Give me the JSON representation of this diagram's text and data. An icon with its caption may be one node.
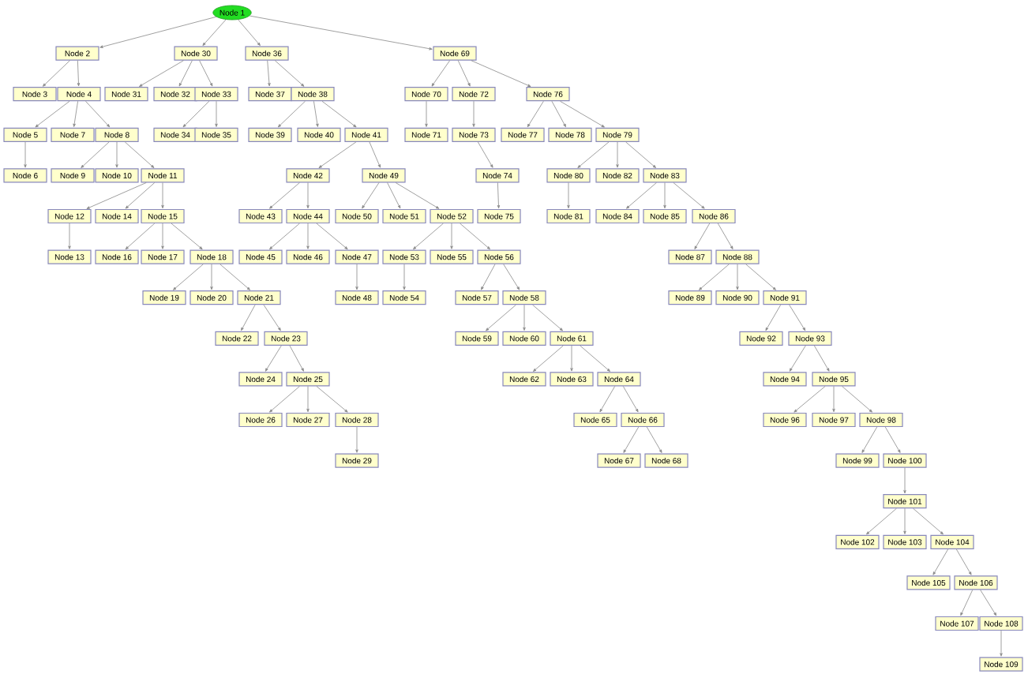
{
  "diagram": {
    "nodes": [
      {
        "text": [
          "Node 1"
        ]
      },
      {
        "text": [
          "Node 2"
        ]
      },
      {
        "text": [
          "Node 3"
        ]
      },
      {
        "text": [
          "Node 4"
        ]
      },
      {
        "text": [
          "Node 5"
        ]
      },
      {
        "text": [
          "Node 6"
        ]
      },
      {
        "text": [
          "Node 7"
        ]
      },
      {
        "text": [
          "Node 8"
        ]
      },
      {
        "text": [
          "Node 9"
        ]
      },
      {
        "text": [
          "Node 10"
        ]
      },
      {
        "text": [
          "Node 11"
        ]
      },
      {
        "text": [
          "Node 12"
        ]
      },
      {
        "text": [
          "Node 13"
        ]
      },
      {
        "text": [
          "Node 14"
        ]
      },
      {
        "text": [
          "Node 15"
        ]
      },
      {
        "text": [
          "Node 16"
        ]
      },
      {
        "text": [
          "Node 17"
        ]
      },
      {
        "text": [
          "Node 18"
        ]
      },
      {
        "text": [
          "Node 19"
        ]
      },
      {
        "text": [
          "Node 20"
        ]
      },
      {
        "text": [
          "Node 21"
        ]
      },
      {
        "text": [
          "Node 22"
        ]
      },
      {
        "text": [
          "Node 23"
        ]
      },
      {
        "text": [
          "Node 24"
        ]
      },
      {
        "text": [
          "Node 25"
        ]
      },
      {
        "text": [
          "Node 26"
        ]
      },
      {
        "text": [
          "Node 27"
        ]
      },
      {
        "text": [
          "Node 28"
        ]
      },
      {
        "text": [
          "Node 29"
        ]
      },
      {
        "text": [
          "Node 30"
        ]
      },
      {
        "text": [
          "Node 31"
        ]
      },
      {
        "text": [
          "Node 32"
        ]
      },
      {
        "text": [
          "Node 33"
        ]
      },
      {
        "text": [
          "Node 34"
        ]
      },
      {
        "text": [
          "Node 35"
        ]
      },
      {
        "text": [
          "Node 36"
        ]
      },
      {
        "text": [
          "Node 37"
        ]
      },
      {
        "text": [
          "Node 38"
        ]
      },
      {
        "text": [
          "Node 39"
        ]
      },
      {
        "text": [
          "Node 40"
        ]
      },
      {
        "text": [
          "Node 41"
        ]
      },
      {
        "text": [
          "Node 42"
        ]
      },
      {
        "text": [
          "Node 43"
        ]
      },
      {
        "text": [
          "Node 44"
        ]
      },
      {
        "text": [
          "Node 45"
        ]
      },
      {
        "text": [
          "Node 46"
        ]
      },
      {
        "text": [
          "Node 47"
        ]
      },
      {
        "text": [
          "Node 48"
        ]
      },
      {
        "text": [
          "Node 49"
        ]
      },
      {
        "text": [
          "Node 50"
        ]
      },
      {
        "text": [
          "Node 51"
        ]
      },
      {
        "text": [
          "Node 52"
        ]
      },
      {
        "text": [
          "Node 53"
        ]
      },
      {
        "text": [
          "Node 54"
        ]
      },
      {
        "text": [
          "Node 55"
        ]
      },
      {
        "text": [
          "Node 56"
        ]
      },
      {
        "text": [
          "Node 57"
        ]
      },
      {
        "text": [
          "Node 58"
        ]
      },
      {
        "text": [
          "Node 59"
        ]
      },
      {
        "text": [
          "Node 60"
        ]
      },
      {
        "text": [
          "Node 61"
        ]
      },
      {
        "text": [
          "Node 62"
        ]
      },
      {
        "text": [
          "Node 63"
        ]
      },
      {
        "text": [
          "Node 64"
        ]
      },
      {
        "text": [
          "Node 65"
        ]
      },
      {
        "text": [
          "Node 66"
        ]
      },
      {
        "text": [
          "Node 67"
        ]
      },
      {
        "text": [
          "Node 68"
        ]
      },
      {
        "text": [
          "Node 69"
        ]
      },
      {
        "text": [
          "Node 70"
        ]
      },
      {
        "text": [
          "Node 71"
        ]
      },
      {
        "text": [
          "Node 72"
        ]
      },
      {
        "text": [
          "Node 73"
        ]
      },
      {
        "text": [
          "Node 74"
        ]
      },
      {
        "text": [
          "Node 75"
        ]
      },
      {
        "text": [
          "Node 76"
        ]
      },
      {
        "text": [
          "Node 77"
        ]
      },
      {
        "text": [
          "Node 78"
        ]
      },
      {
        "text": [
          "Node 79"
        ]
      },
      {
        "text": [
          "Node 80"
        ]
      },
      {
        "text": [
          "Node 81"
        ]
      },
      {
        "text": [
          "Node 82"
        ]
      },
      {
        "text": [
          "Node 83"
        ]
      },
      {
        "text": [
          "Node 84"
        ]
      },
      {
        "text": [
          "Node 85"
        ]
      },
      {
        "text": [
          "Node 86"
        ]
      },
      {
        "text": [
          "Node 87"
        ]
      },
      {
        "text": [
          "Node 88"
        ]
      },
      {
        "text": [
          "Node 89"
        ]
      },
      {
        "text": [
          "Node 90"
        ]
      },
      {
        "text": [
          "Node 91"
        ]
      },
      {
        "text": [
          "Node 92"
        ]
      },
      {
        "text": [
          "Node 93"
        ]
      },
      {
        "text": [
          "Node 94"
        ]
      },
      {
        "text": [
          "Node 95"
        ]
      },
      {
        "text": [
          "Node 96"
        ]
      },
      {
        "text": [
          "Node 97"
        ]
      },
      {
        "text": [
          "Node 98"
        ]
      },
      {
        "text": [
          "Node 99"
        ]
      },
      {
        "text": [
          "Node 100"
        ]
      },
      {
        "text": [
          "Node 101"
        ]
      },
      {
        "text": [
          "Node 102"
        ]
      },
      {
        "text": [
          "Node 103"
        ]
      },
      {
        "text": [
          "Node 104"
        ]
      },
      {
        "text": [
          "Node 105"
        ]
      },
      {
        "text": [
          "Node 106"
        ]
      },
      {
        "text": [
          "Node 107"
        ]
      },
      {
        "text": [
          "Node 108"
        ]
      },
      {
        "text": [
          "Node 109"
        ]
      }
    ],
    "edges": [
      {
        "from": 0,
        "to": 1,
        "arrow": "to"
      },
      {
        "from": 1,
        "to": 2,
        "arrow": "to"
      },
      {
        "from": 1,
        "to": 3,
        "arrow": "to"
      },
      {
        "from": 3,
        "to": 4,
        "arrow": "to"
      },
      {
        "from": 4,
        "to": 5,
        "arrow": "to"
      },
      {
        "from": 3,
        "to": 6,
        "arrow": "to"
      },
      {
        "from": 3,
        "to": 7,
        "arrow": "to"
      },
      {
        "from": 7,
        "to": 8,
        "arrow": "to"
      },
      {
        "from": 7,
        "to": 9,
        "arrow": "to"
      },
      {
        "from": 7,
        "to": 10,
        "arrow": "to"
      },
      {
        "from": 10,
        "to": 11,
        "arrow": "to"
      },
      {
        "from": 11,
        "to": 12,
        "arrow": "to"
      },
      {
        "from": 10,
        "to": 13,
        "arrow": "to"
      },
      {
        "from": 10,
        "to": 14,
        "arrow": "to"
      },
      {
        "from": 14,
        "to": 15,
        "arrow": "to"
      },
      {
        "from": 14,
        "to": 16,
        "arrow": "to"
      },
      {
        "from": 14,
        "to": 17,
        "arrow": "to"
      },
      {
        "from": 17,
        "to": 18,
        "arrow": "to"
      },
      {
        "from": 17,
        "to": 19,
        "arrow": "to"
      },
      {
        "from": 17,
        "to": 20,
        "arrow": "to"
      },
      {
        "from": 20,
        "to": 21,
        "arrow": "to"
      },
      {
        "from": 20,
        "to": 22,
        "arrow": "to"
      },
      {
        "from": 22,
        "to": 23,
        "arrow": "to"
      },
      {
        "from": 22,
        "to": 24,
        "arrow": "to"
      },
      {
        "from": 24,
        "to": 25,
        "arrow": "to"
      },
      {
        "from": 24,
        "to": 26,
        "arrow": "to"
      },
      {
        "from": 24,
        "to": 27,
        "arrow": "to"
      },
      {
        "from": 27,
        "to": 28,
        "arrow": "to"
      },
      {
        "from": 0,
        "to": 29,
        "arrow": "to"
      },
      {
        "from": 29,
        "to": 30,
        "arrow": "to"
      },
      {
        "from": 29,
        "to": 31,
        "arrow": "to"
      },
      {
        "from": 29,
        "to": 32,
        "arrow": "to"
      },
      {
        "from": 32,
        "to": 33,
        "arrow": "to"
      },
      {
        "from": 32,
        "to": 34,
        "arrow": "to"
      },
      {
        "from": 0,
        "to": 35,
        "arrow": "to"
      },
      {
        "from": 35,
        "to": 36,
        "arrow": "to"
      },
      {
        "from": 35,
        "to": 37,
        "arrow": "to"
      },
      {
        "from": 37,
        "to": 38,
        "arrow": "to"
      },
      {
        "from": 37,
        "to": 39,
        "arrow": "to"
      },
      {
        "from": 37,
        "to": 40,
        "arrow": "to"
      },
      {
        "from": 40,
        "to": 41,
        "arrow": "to"
      },
      {
        "from": 41,
        "to": 42,
        "arrow": "to"
      },
      {
        "from": 41,
        "to": 43,
        "arrow": "to"
      },
      {
        "from": 43,
        "to": 44,
        "arrow": "to"
      },
      {
        "from": 43,
        "to": 45,
        "arrow": "to"
      },
      {
        "from": 43,
        "to": 46,
        "arrow": "to"
      },
      {
        "from": 46,
        "to": 47,
        "arrow": "to"
      },
      {
        "from": 40,
        "to": 48,
        "arrow": "to"
      },
      {
        "from": 48,
        "to": 49,
        "arrow": "to"
      },
      {
        "from": 48,
        "to": 50,
        "arrow": "to"
      },
      {
        "from": 48,
        "to": 51,
        "arrow": "to"
      },
      {
        "from": 51,
        "to": 52,
        "arrow": "to"
      },
      {
        "from": 52,
        "to": 53,
        "arrow": "to"
      },
      {
        "from": 51,
        "to": 54,
        "arrow": "to"
      },
      {
        "from": 51,
        "to": 55,
        "arrow": "to"
      },
      {
        "from": 55,
        "to": 56,
        "arrow": "to"
      },
      {
        "from": 55,
        "to": 57,
        "arrow": "to"
      },
      {
        "from": 57,
        "to": 58,
        "arrow": "to"
      },
      {
        "from": 57,
        "to": 59,
        "arrow": "to"
      },
      {
        "from": 57,
        "to": 60,
        "arrow": "to"
      },
      {
        "from": 60,
        "to": 61,
        "arrow": "to"
      },
      {
        "from": 60,
        "to": 62,
        "arrow": "to"
      },
      {
        "from": 60,
        "to": 63,
        "arrow": "to"
      },
      {
        "from": 63,
        "to": 64,
        "arrow": "to"
      },
      {
        "from": 63,
        "to": 65,
        "arrow": "to"
      },
      {
        "from": 65,
        "to": 66,
        "arrow": "to"
      },
      {
        "from": 65,
        "to": 67,
        "arrow": "to"
      },
      {
        "from": 0,
        "to": 68,
        "arrow": "to"
      },
      {
        "from": 68,
        "to": 69,
        "arrow": "to"
      },
      {
        "from": 69,
        "to": 70,
        "arrow": "to"
      },
      {
        "from": 68,
        "to": 71,
        "arrow": "to"
      },
      {
        "from": 71,
        "to": 72,
        "arrow": "to"
      },
      {
        "from": 72,
        "to": 73,
        "arrow": "to"
      },
      {
        "from": 73,
        "to": 74,
        "arrow": "to"
      },
      {
        "from": 68,
        "to": 75,
        "arrow": "to"
      },
      {
        "from": 75,
        "to": 76,
        "arrow": "to"
      },
      {
        "from": 75,
        "to": 77,
        "arrow": "to"
      },
      {
        "from": 75,
        "to": 78,
        "arrow": "to"
      },
      {
        "from": 78,
        "to": 79,
        "arrow": "to"
      },
      {
        "from": 79,
        "to": 80,
        "arrow": "to"
      },
      {
        "from": 78,
        "to": 81,
        "arrow": "to"
      },
      {
        "from": 78,
        "to": 82,
        "arrow": "to"
      },
      {
        "from": 82,
        "to": 83,
        "arrow": "to"
      },
      {
        "from": 82,
        "to": 84,
        "arrow": "to"
      },
      {
        "from": 82,
        "to": 85,
        "arrow": "to"
      },
      {
        "from": 85,
        "to": 86,
        "arrow": "to"
      },
      {
        "from": 85,
        "to": 87,
        "arrow": "to"
      },
      {
        "from": 87,
        "to": 88,
        "arrow": "to"
      },
      {
        "from": 87,
        "to": 89,
        "arrow": "to"
      },
      {
        "from": 87,
        "to": 90,
        "arrow": "to"
      },
      {
        "from": 90,
        "to": 91,
        "arrow": "to"
      },
      {
        "from": 90,
        "to": 92,
        "arrow": "to"
      },
      {
        "from": 92,
        "to": 93,
        "arrow": "to"
      },
      {
        "from": 92,
        "to": 94,
        "arrow": "to"
      },
      {
        "from": 94,
        "to": 95,
        "arrow": "to"
      },
      {
        "from": 94,
        "to": 96,
        "arrow": "to"
      },
      {
        "from": 94,
        "to": 97,
        "arrow": "to"
      },
      {
        "from": 97,
        "to": 98,
        "arrow": "to"
      },
      {
        "from": 97,
        "to": 99,
        "arrow": "to"
      },
      {
        "from": 99,
        "to": 100,
        "arrow": "to"
      },
      {
        "from": 100,
        "to": 101,
        "arrow": "to"
      },
      {
        "from": 100,
        "to": 102,
        "arrow": "to"
      },
      {
        "from": 100,
        "to": 103,
        "arrow": "to"
      },
      {
        "from": 103,
        "to": 104,
        "arrow": "to"
      },
      {
        "from": 103,
        "to": 105,
        "arrow": "to"
      },
      {
        "from": 105,
        "to": 106,
        "arrow": "to"
      },
      {
        "from": 105,
        "to": 107,
        "arrow": "to"
      },
      {
        "from": 107,
        "to": 108,
        "arrow": "to"
      }
    ]
  }
}
